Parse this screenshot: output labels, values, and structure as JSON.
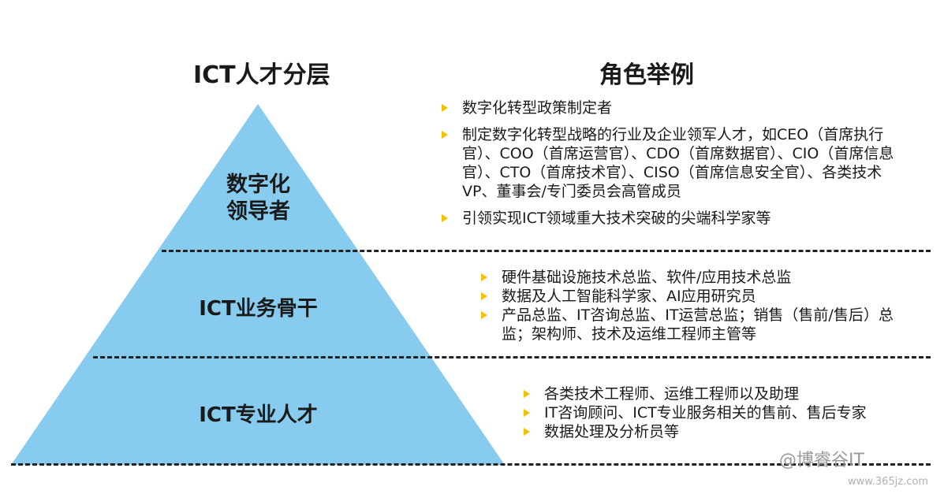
{
  "headers": {
    "left": "ICT人才分层",
    "right": "角色举例"
  },
  "tiers": [
    {
      "name_line1": "数字化",
      "name_line2": "领导者",
      "roles": [
        "数字化转型政策制定者",
        "制定数字化转型战略的行业及企业领军人才，如CEO（首席执行官）、COO（首席运营官）、CDO（首席数据官）、CIO（首席信息官）、CTO（首席技术官）、CISO（首席信息安全官）、各类技术VP、董事会/专门委员会高管成员",
        "引领实现ICT领域重大技术突破的尖端科学家等"
      ]
    },
    {
      "name": "ICT业务骨干",
      "roles": [
        "硬件基础设施技术总监、软件/应用技术总监",
        "数据及人工智能科学家、AI应用研究员",
        "产品总监、IT咨询总监、IT运营总监；销售（售前/售后）总监；架构师、技术及运维工程师主管等"
      ]
    },
    {
      "name": "ICT专业人才",
      "roles": [
        "各类技术工程师、运维工程师以及助理",
        "IT咨询顾问、ICT专业服务相关的售前、售后专家",
        "数据处理及分析员等"
      ]
    }
  ],
  "colors": {
    "pyramid": "#87ccee",
    "bullet": "#f2c200",
    "divider": "#222222"
  },
  "watermark": {
    "brand": "@博睿谷IT",
    "url": "www.365jz.com"
  }
}
